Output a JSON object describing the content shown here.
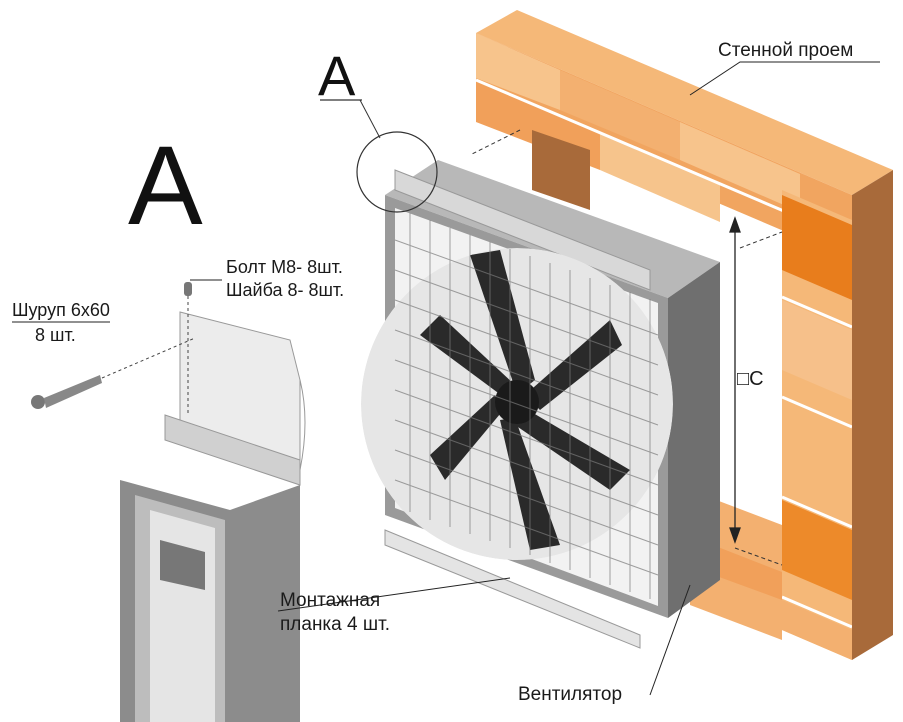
{
  "detail_marker": "A",
  "detail_title": "A",
  "labels": {
    "wall_opening": "Стенной проем",
    "bolt": "Болт М8- 8шт.",
    "washer": "Шайба 8- 8шт.",
    "screw": "Шуруп 6х60",
    "screw_qty": "8 шт.",
    "dimension": "□C",
    "mounting_strip": "Монтажная",
    "mounting_strip_qty": "планка 4 шт.",
    "fan": "Вентилятор"
  },
  "colors": {
    "brick_light": "#f7c48c",
    "brick_mid": "#f1a560",
    "brick_dark": "#e87d1c",
    "brick_side": "#a86a3a",
    "fan_body": "#8f8f8f",
    "fan_dark": "#555555",
    "blade": "#2a2a2a"
  }
}
